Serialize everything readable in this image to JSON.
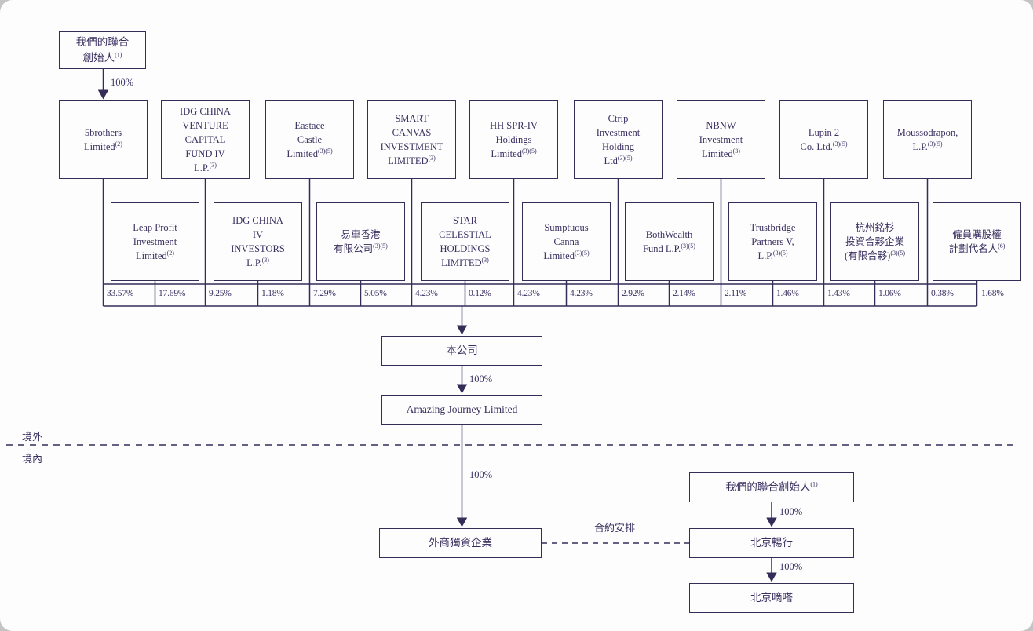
{
  "labels": {
    "offshore": "境外",
    "onshore": "境內",
    "contractual_arrangements": "合約安排",
    "pct_100": "100%"
  },
  "founders_top": {
    "name": "我們的聯合\n創始人",
    "sup": "(1)"
  },
  "row1": [
    {
      "name": "5brothers\nLimited",
      "sup": "(2)"
    },
    {
      "name": "IDG CHINA\nVENTURE\nCAPITAL\nFUND IV\nL.P.",
      "sup": "(3)"
    },
    {
      "name": "Eastace\nCastle\nLimited",
      "sup": "(3)(5)"
    },
    {
      "name": "SMART\nCANVAS\nINVESTMENT\nLIMITED",
      "sup": "(3)"
    },
    {
      "name": "HH SPR-IV\nHoldings\nLimited",
      "sup": "(3)(5)"
    },
    {
      "name": "Ctrip\nInvestment\nHolding\nLtd",
      "sup": "(3)(5)"
    },
    {
      "name": "NBNW\nInvestment\nLimited",
      "sup": "(3)"
    },
    {
      "name": "Lupin 2\nCo. Ltd.",
      "sup": "(3)(5)"
    },
    {
      "name": "Moussodrapon,\nL.P.",
      "sup": "(3)(5)"
    }
  ],
  "row2": [
    {
      "name": "Leap Profit\nInvestment\nLimited",
      "sup": "(2)"
    },
    {
      "name": "IDG CHINA\nIV\nINVESTORS\nL.P.",
      "sup": "(3)"
    },
    {
      "name": "易車香港\n有限公司",
      "sup": "(3)(5)"
    },
    {
      "name": "STAR\nCELESTIAL\nHOLDINGS\nLIMITED",
      "sup": "(3)"
    },
    {
      "name": "Sumptuous\nCanna\nLimited",
      "sup": "(3)(5)"
    },
    {
      "name": "BothWealth\nFund L.P.",
      "sup": "(3)(5)"
    },
    {
      "name": "Trustbridge\nPartners V,\nL.P.",
      "sup": "(3)(5)"
    },
    {
      "name": "杭州銘杉\n投資合夥企業\n(有限合夥)",
      "sup": "(3)(5)"
    },
    {
      "name": "僱員購股權\n計劃代名人",
      "sup": "(6)"
    }
  ],
  "pcts": [
    "33.57%",
    "17.69%",
    "9.25%",
    "1.18%",
    "7.29%",
    "5.05%",
    "4.23%",
    "0.12%",
    "4.23%",
    "4.23%",
    "2.92%",
    "2.14%",
    "2.11%",
    "1.46%",
    "1.43%",
    "1.06%",
    "0.38%",
    "1.68%"
  ],
  "company": {
    "name": "本公司"
  },
  "amazing_journey": {
    "name": "Amazing Journey Limited"
  },
  "wfoe": {
    "name": "外商獨資企業"
  },
  "founders_bottom": {
    "name": "我們的聯合創始人",
    "sup": "(1)"
  },
  "beijing_changxing": {
    "name": "北京暢行"
  },
  "beijing_dida": {
    "name": "北京嘀嗒"
  }
}
